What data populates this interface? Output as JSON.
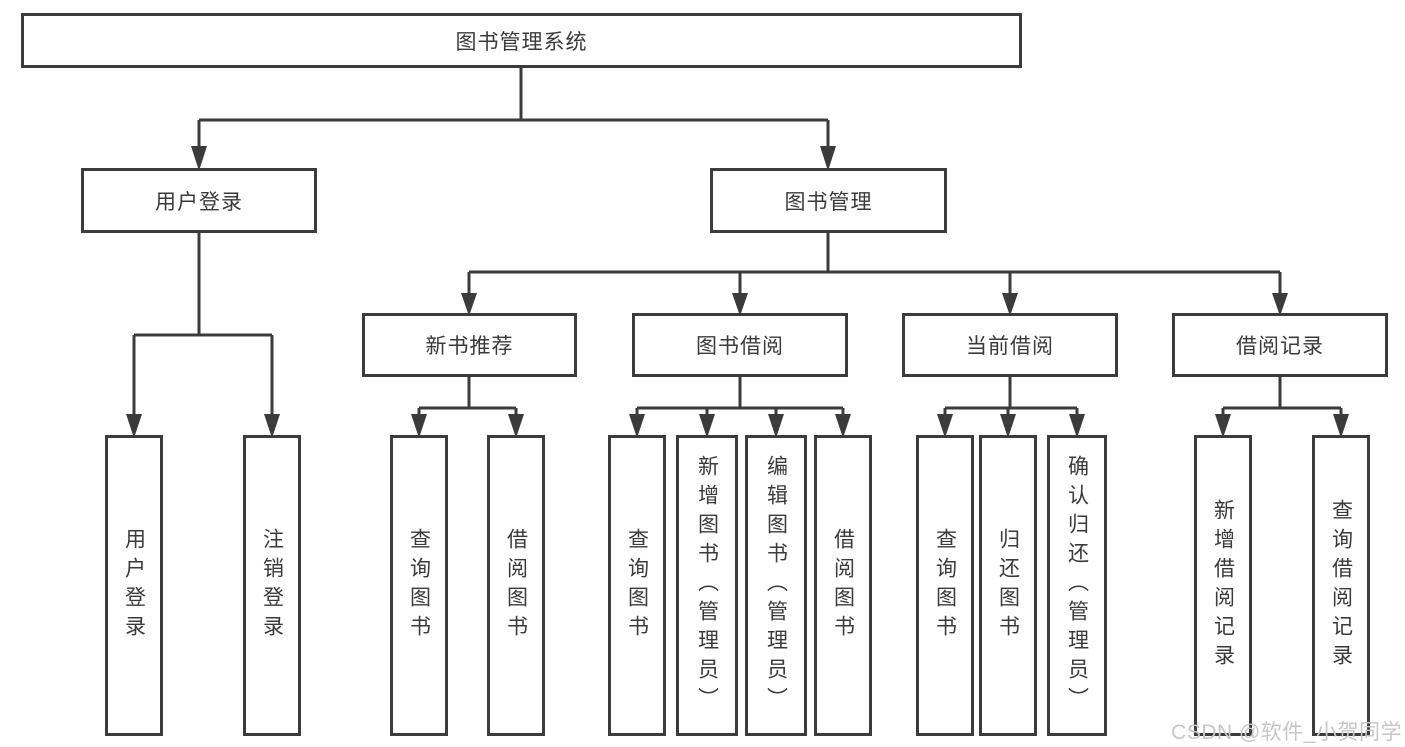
{
  "diagram": {
    "root": "图书管理系统",
    "level2": [
      "用户登录",
      "图书管理"
    ],
    "level3": [
      "新书推荐",
      "图书借阅",
      "当前借阅",
      "借阅记录"
    ],
    "leaves": {
      "login": [
        "用户登录",
        "注销登录"
      ],
      "recommend": [
        "查询图书",
        "借阅图书"
      ],
      "borrow": [
        "查询图书",
        "新增图书（管理员）",
        "编辑图书（管理员）",
        "借阅图书"
      ],
      "current": [
        "查询图书",
        "归还图书",
        "确认归还（管理员）"
      ],
      "records": [
        "新增借阅记录",
        "查询借阅记录"
      ]
    }
  },
  "watermark": "CSDN @软件_小贺同学",
  "colors": {
    "line": "#3b3b3b",
    "text": "#3a3a3a",
    "watermark": "#c6c6c6",
    "background": "#ffffff"
  }
}
